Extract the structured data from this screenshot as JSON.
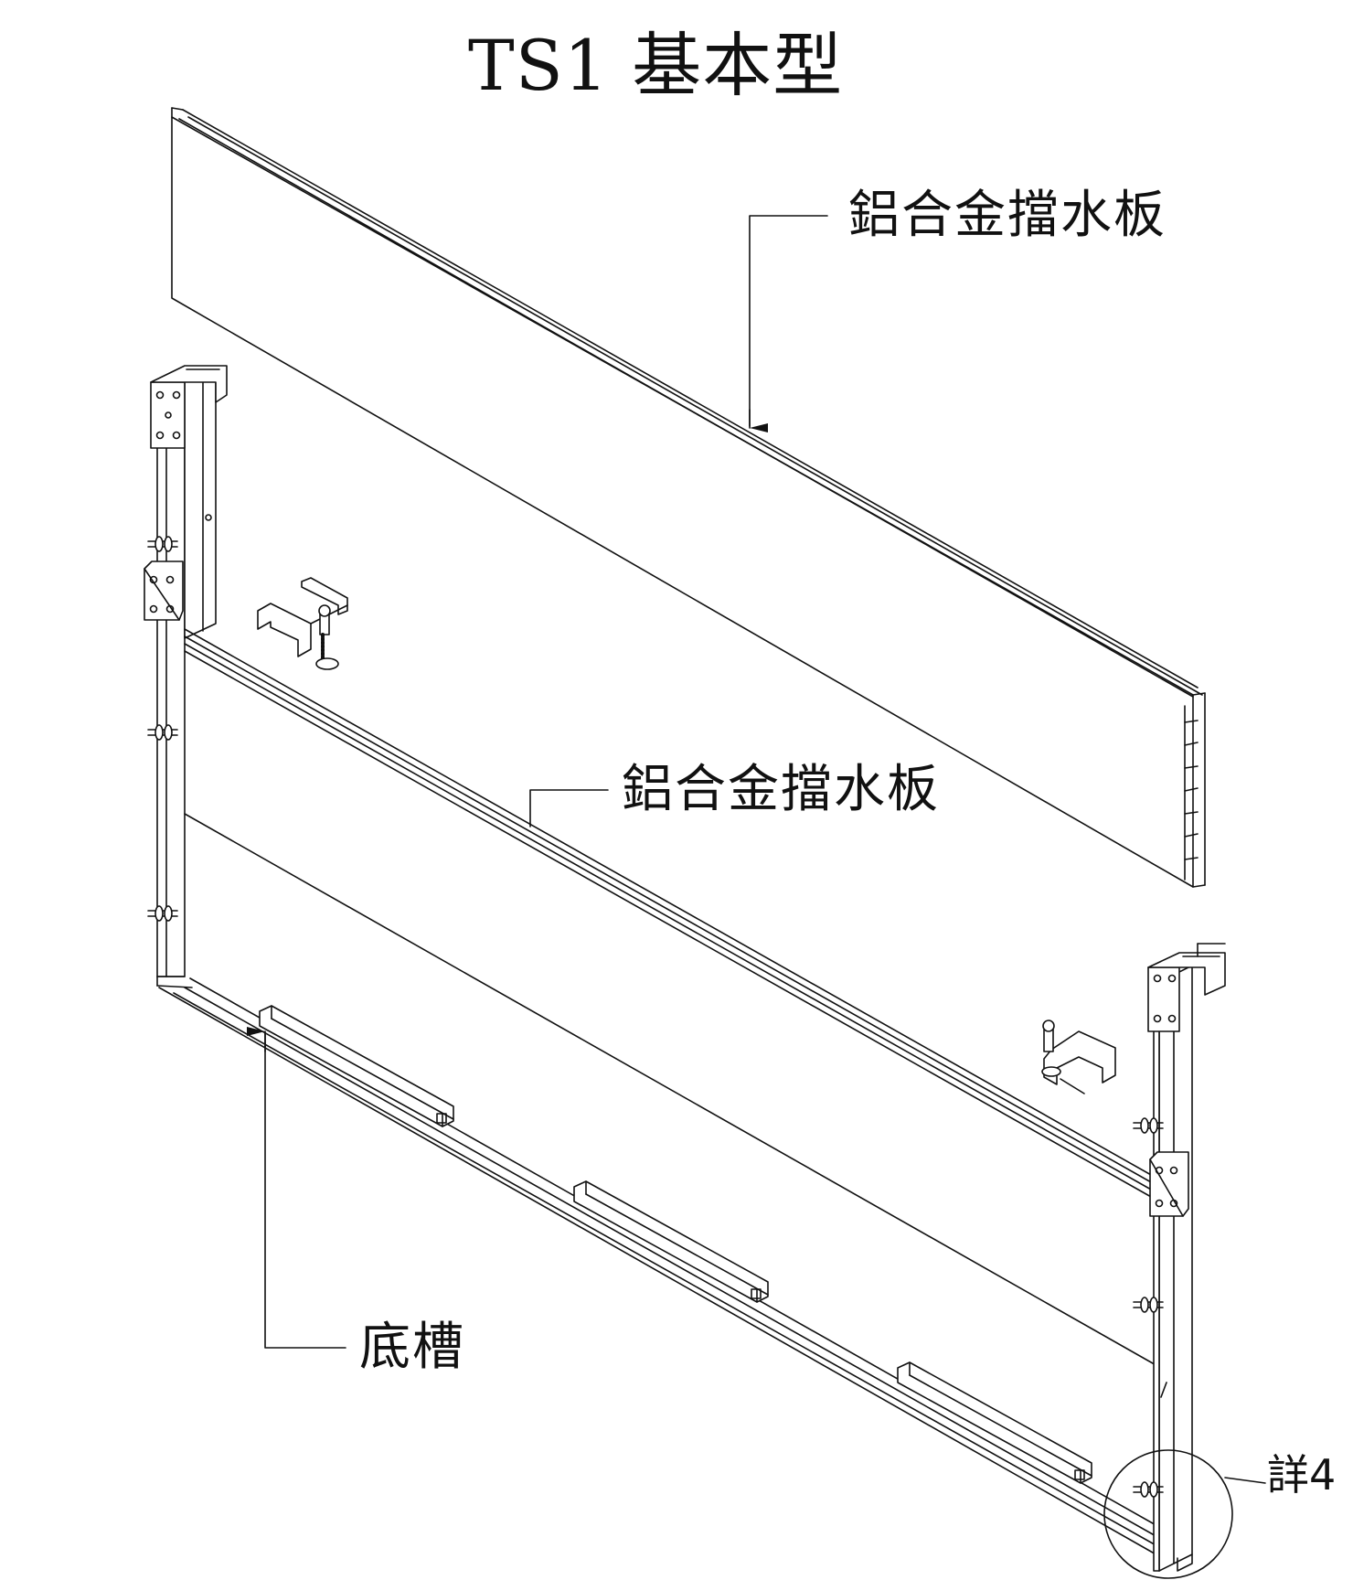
{
  "title": "TS1 基本型",
  "labels": {
    "top_panel": "鋁合金擋水板",
    "middle_panel": "鋁合金擋水板",
    "bottom_channel": "底槽",
    "detail_ref": "詳4"
  }
}
